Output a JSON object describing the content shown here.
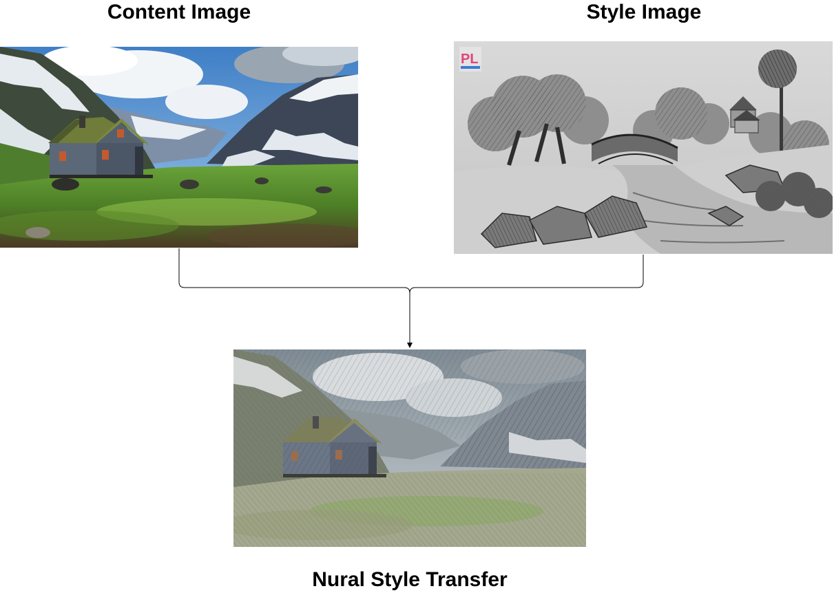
{
  "labels": {
    "content": "Content Image",
    "style": "Style Image",
    "result": "Nural Style Transfer"
  },
  "style_watermark": "PL",
  "icons": {
    "content_image": "mountain-cabin-photo",
    "style_image": "pencil-sketch-landscape",
    "result_image": "stylized-cabin-photo",
    "arrow": "arrow-down-icon"
  },
  "colors": {
    "text": "#000000",
    "connector": "#000000",
    "background": "#ffffff"
  }
}
